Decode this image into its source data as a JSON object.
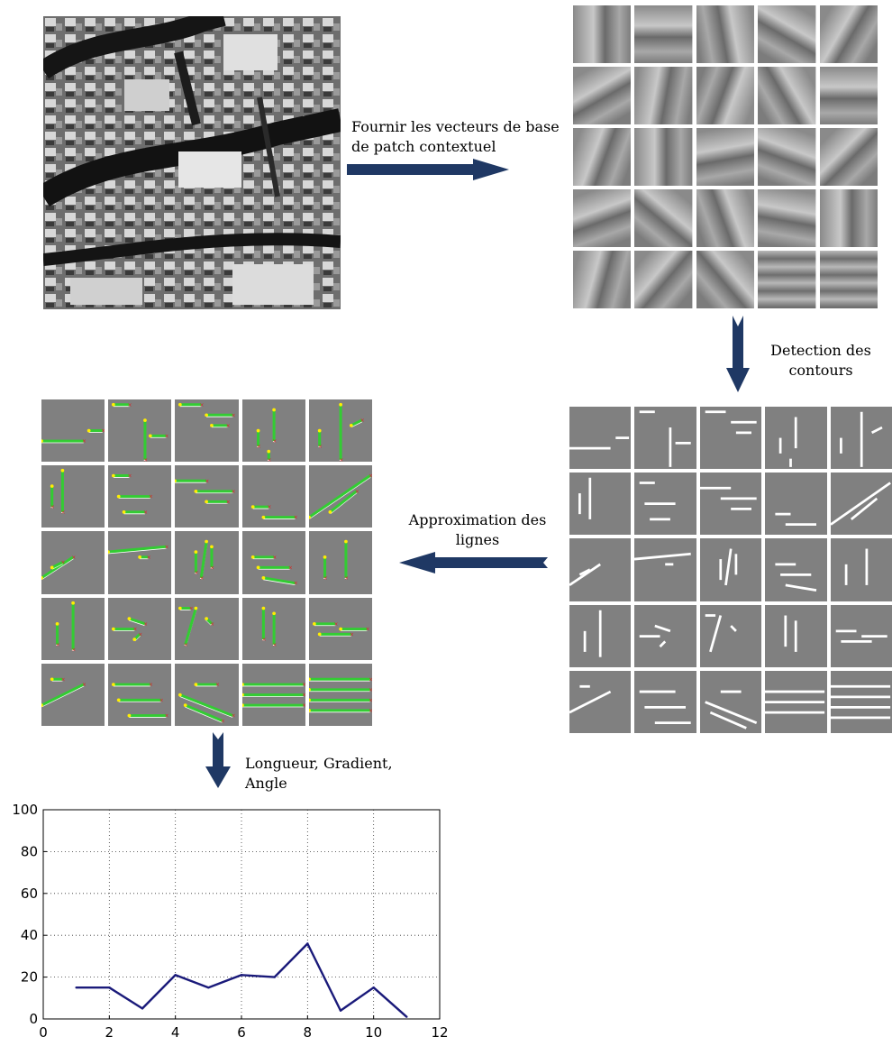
{
  "steps": {
    "basis": "Fournir les vecteurs de base de patch contextuel",
    "edges": "Detection des contours",
    "lines": "Approximation des lignes",
    "features": "Longueur, Gradient, Angle"
  },
  "chart_data": {
    "type": "line",
    "x": [
      1,
      2,
      3,
      4,
      5,
      6,
      7,
      8,
      9,
      10,
      11
    ],
    "series": [
      {
        "values": [
          15,
          15,
          5,
          21,
          15,
          21,
          20,
          36,
          4,
          15,
          1
        ]
      }
    ],
    "xlim": [
      0,
      12
    ],
    "ylim": [
      0,
      100
    ],
    "xticks": [
      "0",
      "2",
      "4",
      "6",
      "8",
      "10",
      "12"
    ],
    "yticks": [
      "0",
      "20",
      "40",
      "60",
      "80",
      "100"
    ],
    "grid": true,
    "line_color": "#1a1a7a"
  },
  "colors": {
    "arrow": "#1f3864",
    "patch_gray": "#808080",
    "edge_white": "#ffffff",
    "line_green": "#33cc33"
  }
}
